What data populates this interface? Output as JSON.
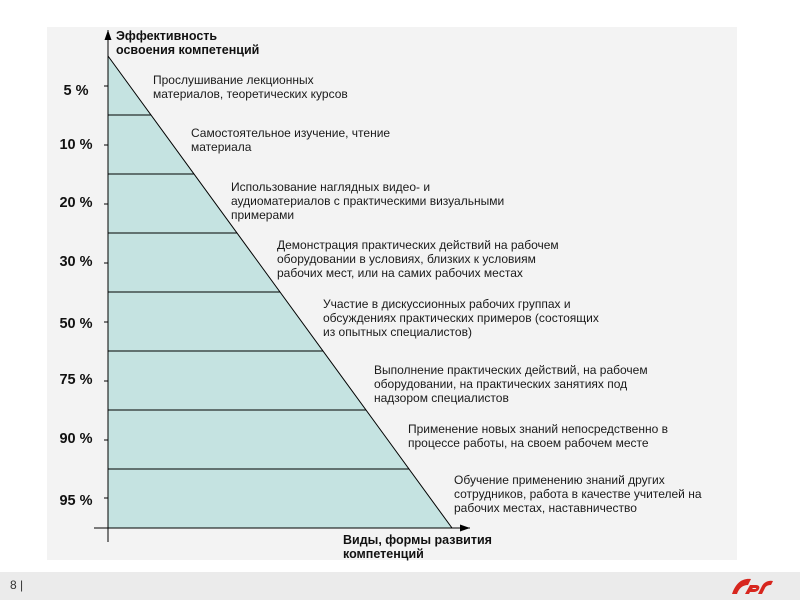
{
  "diagram": {
    "y_axis_title": "Эффективность\nосвоения компетенций",
    "x_axis_title": "Виды, формы развития\nкомпетенций",
    "levels": [
      {
        "percent": "5 %",
        "description": "Прослушивание лекционных\nматериалов, теоретических курсов"
      },
      {
        "percent": "10 %",
        "description": "Самостоятельное изучение, чтение\nматериала"
      },
      {
        "percent": "20 %",
        "description": "Использование наглядных видео- и\nаудиоматериалов с практическими визуальными\nпримерами"
      },
      {
        "percent": "30 %",
        "description": "Демонстрация практических действий на рабочем\nоборудовании в условиях, близких к условиям\nрабочих мест, или на самих рабочих местах"
      },
      {
        "percent": "50 %",
        "description": "Участие в дискуссионных рабочих группах и\nобсуждениях практических примеров (состоящих\nиз опытных специалистов)"
      },
      {
        "percent": "75 %",
        "description": "Выполнение практических действий, на рабочем\nоборудовании, на практических занятиях под\nнадзором специалистов"
      },
      {
        "percent": "90 %",
        "description": "Применение новых знаний непосредственно в\nпроцессе работы, на своем рабочем месте"
      },
      {
        "percent": "95 %",
        "description": "Обучение применению знаний других\nсотрудников, работа в качестве учителей на\nрабочих местах, наставничество"
      }
    ],
    "triangle_fill": "#c5e3e1",
    "line_color": "#000000"
  },
  "footer": {
    "page_number": "8 |",
    "logo_text": "РЖД",
    "logo_color": "#d7261e"
  }
}
